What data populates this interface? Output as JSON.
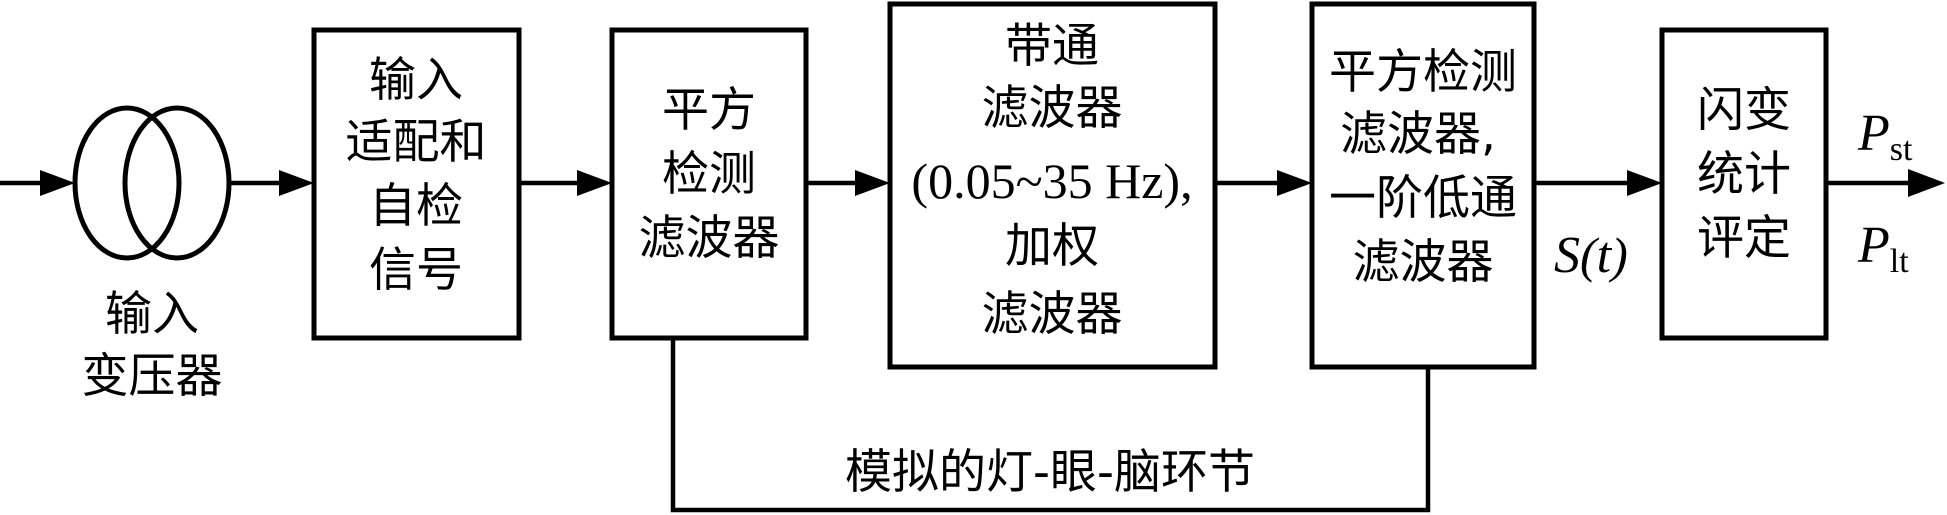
{
  "blocks": {
    "input_transformer": {
      "line1": "输入",
      "line2": "变压器"
    },
    "input_adapt": {
      "line1": "输入",
      "line2": "适配和",
      "line3": "自检",
      "line4": "信号"
    },
    "square_detect_1": {
      "line1": "平方",
      "line2": "检测",
      "line3": "滤波器"
    },
    "bandpass": {
      "line1": "带通",
      "line2": "滤波器",
      "line3": "(0.05~35 Hz),",
      "line4": "加权",
      "line5": "滤波器"
    },
    "square_detect_2": {
      "line1": "平方检测",
      "line2": "滤波器,",
      "line3": "一阶低通",
      "line4": "滤波器"
    },
    "flicker_eval": {
      "line1": "闪变",
      "line2": "统计",
      "line3": "评定"
    }
  },
  "signal_label": {
    "s": "S",
    "open": "(",
    "t": "t",
    "close": ")"
  },
  "outputs": {
    "pst": {
      "p": "P",
      "sub": "st"
    },
    "plt": {
      "p": "P",
      "sub": "lt"
    }
  },
  "bracket_label": "模拟的灯-眼-脑环节"
}
